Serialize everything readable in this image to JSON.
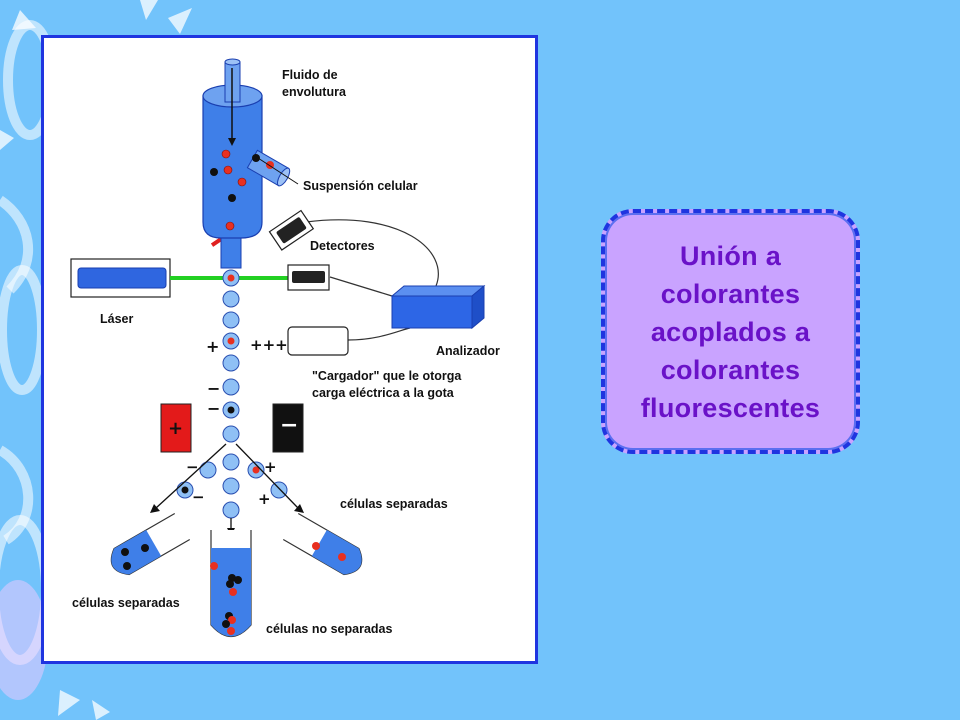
{
  "slide": {
    "background": "#72c3fb",
    "accent_border": "#1f35e0",
    "callout_fill": "#c9a3ff",
    "callout_text_color": "#6a12c8",
    "callout_text": "Unión a\ncolorantes\nacoplados a\ncolorantes\nfluorescentes"
  },
  "diagram": {
    "labels": {
      "sheath_fluid": [
        "Fluido de",
        "envolutura"
      ],
      "cell_suspension": "Suspensión celular",
      "detectors": "Detectores",
      "laser": "Láser",
      "analyzer": "Analizador",
      "charger": [
        "\"Cargador\" que le otorga",
        "carga eléctrica a la gota"
      ],
      "sorted_right": "células separadas",
      "sorted_left": "células separadas",
      "unsorted": "células no separadas"
    },
    "signs": {
      "plus": "+",
      "minus": "−",
      "triple_plus": "+++"
    },
    "colors": {
      "nozzle": "#3f7fe8",
      "droplet": "#8fc0f5",
      "cell_red": "#e83020",
      "cell_black": "#101010",
      "laser_beam": "#22d022",
      "detector_beam": "#e02020",
      "positive_plate": "#e31a1a",
      "negative_plate": "#111111"
    }
  }
}
